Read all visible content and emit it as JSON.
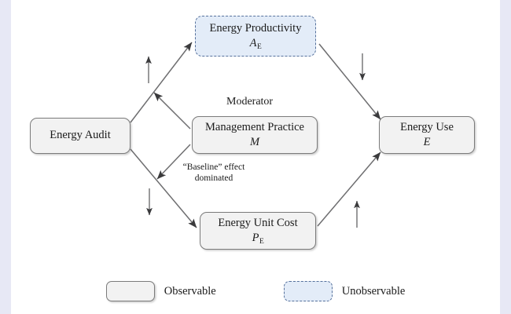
{
  "figure": {
    "type": "path-diagram",
    "background": "#ffffff",
    "frame_color": "#e7e8f5",
    "observable_fill": "#f2f2f2",
    "observable_border": "#7b7b7b",
    "unobservable_fill": "#e3ecf8",
    "unobservable_border": "#56719c",
    "arrow_color": "#58585a"
  },
  "nodes": [
    {
      "id": "energy-audit",
      "title": "Energy Audit",
      "symbol": "",
      "symbol_sub": "",
      "style": "observable"
    },
    {
      "id": "energy-productivity",
      "title": "Energy Productivity",
      "symbol": "A",
      "symbol_sub": "E",
      "style": "unobservable"
    },
    {
      "id": "management-practice",
      "title": "Management Practice",
      "symbol": "M",
      "symbol_sub": "",
      "style": "observable"
    },
    {
      "id": "energy-unit-cost",
      "title": "Energy Unit Cost",
      "symbol": "P",
      "symbol_sub": "E",
      "style": "observable"
    },
    {
      "id": "energy-use",
      "title": "Energy Use",
      "symbol": "E",
      "symbol_sub": "",
      "style": "observable"
    }
  ],
  "annotations": {
    "moderator": "Moderator",
    "baseline_line1": "“Baseline” effect",
    "baseline_line2": "dominated"
  },
  "sign_indicators": [
    {
      "id": "audit-to-productivity",
      "direction": "up"
    },
    {
      "id": "productivity-to-use",
      "direction": "down"
    },
    {
      "id": "audit-to-unit-cost",
      "direction": "down"
    },
    {
      "id": "unit-cost-to-use",
      "direction": "up"
    }
  ],
  "edges": [
    {
      "from": "energy-audit",
      "to": "energy-productivity"
    },
    {
      "from": "energy-productivity",
      "to": "energy-use"
    },
    {
      "from": "energy-audit",
      "to": "energy-unit-cost"
    },
    {
      "from": "energy-unit-cost",
      "to": "energy-use"
    },
    {
      "from": "management-practice",
      "to": "audit-to-productivity-path"
    },
    {
      "from": "management-practice",
      "to": "audit-to-unit-cost-path"
    }
  ],
  "legend": {
    "items": [
      {
        "label": "Observable",
        "style": "observable"
      },
      {
        "label": "Unobservable",
        "style": "unobservable"
      }
    ]
  }
}
